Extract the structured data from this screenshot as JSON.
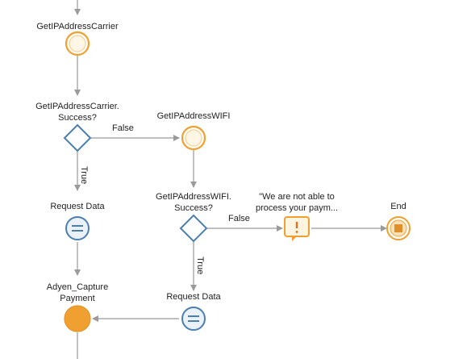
{
  "flow": {
    "nodes": {
      "get_carrier": "GetIPAddressCarrier",
      "if_carrier_line1": "GetIPAddressCarrier.",
      "if_carrier_line2": "Success?",
      "get_wifi": "GetIPAddressWIFI",
      "if_wifi_line1": "GetIPAddressWIFI.",
      "if_wifi_line2": "Success?",
      "request_data_1": "Request Data",
      "message_line1": "\"We are not able to",
      "message_line2": "process your paym...",
      "end": "End",
      "adyen_line1": "Adyen_Capture",
      "adyen_line2": "Payment",
      "request_data_2": "Request Data"
    },
    "edges": {
      "false_1": "False",
      "true_1": "True",
      "false_2": "False",
      "true_2": "True"
    }
  },
  "colors": {
    "line": "#9a9a9a",
    "orange": "#f0a030",
    "diamond": "#4a7fb0",
    "assign": "#4a7fb0",
    "message": "#f0a030",
    "end": "#e0902a"
  }
}
